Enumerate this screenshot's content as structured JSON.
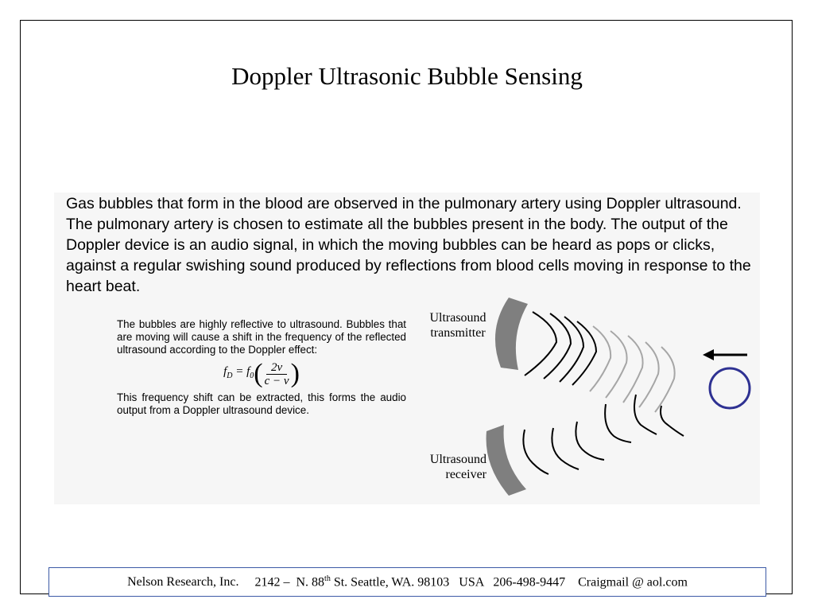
{
  "slide": {
    "title": "Doppler Ultrasonic Bubble Sensing",
    "intro": "Gas bubbles that form in the blood are observed in the pulmonary artery using Doppler ultrasound. The pulmonary artery is chosen to estimate all the bubbles present in the body. The output of the Doppler device is an audio signal, in which the moving bubbles can be heard as pops or clicks, against a regular swishing sound produced by reflections from blood cells moving in response to the heart beat.",
    "explain_1": "The bubbles are highly reflective to ultrasound. Bubbles that are moving will cause a shift in the frequency of the reflected ultrasound according to the Doppler effect:",
    "formula": {
      "lhs": "f_D = f_0",
      "numerator": "2v",
      "denominator": "c − v"
    },
    "explain_2": "This frequency shift can be extracted, this forms the audio output from a Doppler ultrasound device."
  },
  "diagram": {
    "transmitter_label_1": "Ultrasound",
    "transmitter_label_2": "transmitter",
    "receiver_label_1": "Ultrasound",
    "receiver_label_2": "receiver",
    "colors": {
      "transducer": "#7f7f7f",
      "wave_dark": "#000000",
      "wave_light": "#a6a6a6",
      "bubble": "#2e3192"
    }
  },
  "footer": {
    "company": "Nelson Research, Inc.",
    "address_prefix": "2142 –  N. 88",
    "address_sup": "th",
    "address_suffix": " St. Seattle, WA. 98103   USA   206-498-9447    Craigmail @ aol.com"
  }
}
